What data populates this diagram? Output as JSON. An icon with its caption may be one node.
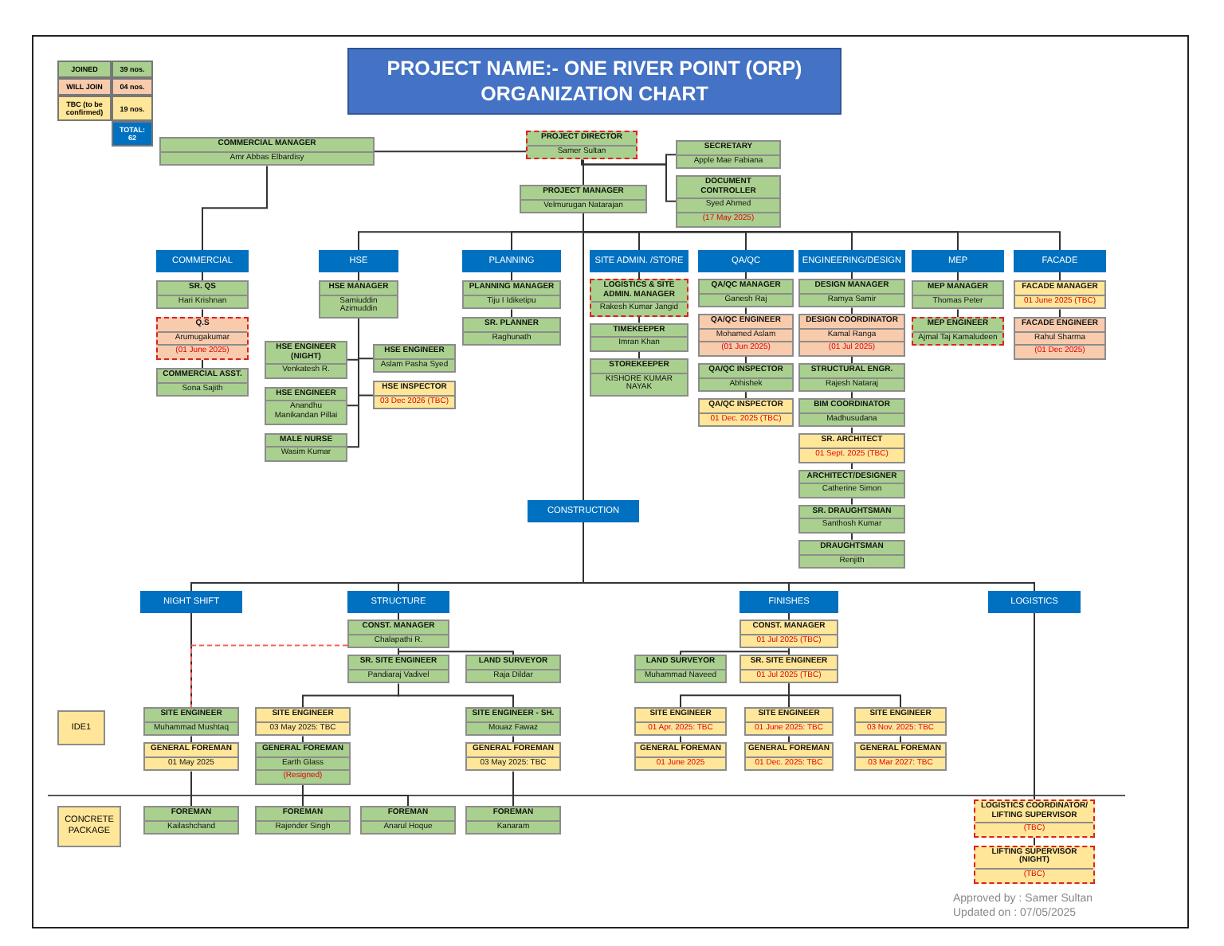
{
  "diagram": {
    "title": "PROJECT NAME:- ONE RIVER POINT (ORP) ORGANIZATION CHART",
    "nodes": [
      {
        "text": [
          "COMMERCIAL MANAGER",
          "Amr Abbas Elbardisy"
        ]
      },
      {
        "text": [
          "PROJECT DIRECTOR",
          "Samer Sultan"
        ]
      },
      {
        "text": [
          "SECRETARY",
          "Apple Mae Fabiana"
        ]
      },
      {
        "text": [
          "DOCUMENT CONTROLLER",
          "Syed Ahmed",
          "(17 May 2025)"
        ]
      },
      {
        "text": [
          "PROJECT MANAGER",
          "Velmurugan Natarajan"
        ]
      },
      {
        "text": [
          "COMMERCIAL"
        ]
      },
      {
        "text": [
          "HSE"
        ]
      },
      {
        "text": [
          "PLANNING"
        ]
      },
      {
        "text": [
          "SITE ADMIN. /STORE"
        ]
      },
      {
        "text": [
          "QA/QC"
        ]
      },
      {
        "text": [
          "ENGINEERING/DESIGN"
        ]
      },
      {
        "text": [
          "MEP"
        ]
      },
      {
        "text": [
          "FACADE"
        ]
      },
      {
        "text": [
          "SR. QS",
          "Hari Krishnan"
        ]
      },
      {
        "text": [
          "Q.S",
          "Arumugakumar",
          "(01 June 2025)"
        ]
      },
      {
        "text": [
          "COMMERCIAL ASST.",
          "Sona Sajith"
        ]
      },
      {
        "text": [
          "HSE MANAGER",
          "Samiuddin Azimuddin"
        ]
      },
      {
        "text": [
          "HSE ENGINEER (NIGHT)",
          "Venkatesh R."
        ]
      },
      {
        "text": [
          "HSE ENGINEER",
          "Aslam Pasha Syed"
        ]
      },
      {
        "text": [
          "HSE ENGINEER",
          "Anandhu Manikandan Pillai"
        ]
      },
      {
        "text": [
          "HSE INSPECTOR",
          "03 Dec 2026 (TBC)"
        ]
      },
      {
        "text": [
          "MALE NURSE",
          "Wasim Kumar"
        ]
      },
      {
        "text": [
          "PLANNING MANAGER",
          "Tiju I Idiketipu"
        ]
      },
      {
        "text": [
          "SR. PLANNER",
          "Raghunath"
        ]
      },
      {
        "text": [
          "LOGISTICS & SITE ADMIN. MANAGER",
          "Rakesh Kumar Jangid"
        ]
      },
      {
        "text": [
          "TIMEKEEPER",
          "Imran Khan"
        ]
      },
      {
        "text": [
          "STOREKEEPER",
          "KISHORE KUMAR NAYAK"
        ]
      },
      {
        "text": [
          "QA/QC MANAGER",
          "Ganesh Raj"
        ]
      },
      {
        "text": [
          "QA/QC ENGINEER",
          "Mohamed Aslam",
          "(01 Jun 2025)"
        ]
      },
      {
        "text": [
          "QA/QC INSPECTOR",
          "Abhishek"
        ]
      },
      {
        "text": [
          "QA/QC INSPECTOR",
          "01 Dec. 2025 (TBC)"
        ]
      },
      {
        "text": [
          "DESIGN MANAGER",
          "Ramya Samir"
        ]
      },
      {
        "text": [
          "DESIGN COORDINATOR",
          "Kamal Ranga",
          "(01 Jul 2025)"
        ]
      },
      {
        "text": [
          "STRUCTURAL ENGR.",
          "Rajesh Nataraj"
        ]
      },
      {
        "text": [
          "BIM COORDINATOR",
          "Madhusudana"
        ]
      },
      {
        "text": [
          "SR. ARCHITECT",
          "01 Sept. 2025 (TBC)"
        ]
      },
      {
        "text": [
          "ARCHITECT/DESIGNER",
          "Catherine Simon"
        ]
      },
      {
        "text": [
          "SR. DRAUGHTSMAN",
          "Santhosh Kumar"
        ]
      },
      {
        "text": [
          "DRAUGHTSMAN",
          "Renjith"
        ]
      },
      {
        "text": [
          "MEP MANAGER",
          "Thomas Peter"
        ]
      },
      {
        "text": [
          "MEP ENGINEER",
          "Ajmal Taj Kamaludeen"
        ]
      },
      {
        "text": [
          "FACADE MANAGER",
          "01 June 2025 (TBC)"
        ]
      },
      {
        "text": [
          "FACADE ENGINEER",
          "Rahul Sharma",
          "(01 Dec 2025)"
        ]
      },
      {
        "text": [
          "CONSTRUCTION"
        ]
      },
      {
        "text": [
          "NIGHT SHIFT"
        ]
      },
      {
        "text": [
          "STRUCTURE"
        ]
      },
      {
        "text": [
          "FINISHES"
        ]
      },
      {
        "text": [
          "LOGISTICS"
        ]
      },
      {
        "text": [
          "CONST. MANAGER",
          "Chalapathi R."
        ]
      },
      {
        "text": [
          "SR. SITE ENGINEER",
          "Pandiaraj Vadivel"
        ]
      },
      {
        "text": [
          "LAND SURVEYOR",
          "Raja Dildar"
        ]
      },
      {
        "text": [
          "SITE ENGINEER",
          "Muhammad Mushtaq"
        ]
      },
      {
        "text": [
          "GENERAL FOREMAN",
          "01 May 2025"
        ]
      },
      {
        "text": [
          "SITE ENGINEER",
          "03 May 2025: TBC"
        ]
      },
      {
        "text": [
          "GENERAL FOREMAN",
          "Earth Glass",
          "(Resigned)"
        ]
      },
      {
        "text": [
          "SITE ENGINEER - SH.",
          "Mouaz Fawaz"
        ]
      },
      {
        "text": [
          "GENERAL FOREMAN",
          "03 May 2025: TBC"
        ]
      },
      {
        "text": [
          "IDE1"
        ]
      },
      {
        "text": [
          "CONST. MANAGER",
          "01 Jul 2025 (TBC)"
        ]
      },
      {
        "text": [
          "LAND SURVEYOR",
          "Muhammad Naveed"
        ]
      },
      {
        "text": [
          "SR. SITE ENGINEER",
          "01 Jul 2025 (TBC)"
        ]
      },
      {
        "text": [
          "SITE ENGINEER",
          "01 Apr. 2025: TBC"
        ]
      },
      {
        "text": [
          "GENERAL FOREMAN",
          "01 June 2025"
        ]
      },
      {
        "text": [
          "SITE ENGINEER",
          "01 June 2025: TBC"
        ]
      },
      {
        "text": [
          "GENERAL FOREMAN",
          "01 Dec. 2025: TBC"
        ]
      },
      {
        "text": [
          "SITE ENGINEER",
          "03 Nov. 2025: TBC"
        ]
      },
      {
        "text": [
          "GENERAL FOREMAN",
          "03 Mar 2027: TBC"
        ]
      },
      {
        "text": [
          "CONCRETE PACKAGE"
        ]
      },
      {
        "text": [
          "FOREMAN",
          "Kailashchand"
        ]
      },
      {
        "text": [
          "FOREMAN",
          "Rajender Singh"
        ]
      },
      {
        "text": [
          "FOREMAN",
          "Anarul Hoque"
        ]
      },
      {
        "text": [
          "FOREMAN",
          "Kanaram"
        ]
      },
      {
        "text": [
          "LOGISTICS COORDINATOR/ LIFTING SUPERVISOR",
          "(TBC)"
        ]
      },
      {
        "text": [
          "LIFTING SUPERVISOR (NIGHT)",
          "(TBC)"
        ]
      }
    ],
    "edges": [
      {
        "from": 1,
        "to": 0,
        "arrow": "none"
      },
      {
        "from": 1,
        "to": 4,
        "arrow": "none"
      },
      {
        "from": 1,
        "to": 2,
        "arrow": "none"
      },
      {
        "from": 1,
        "to": 3,
        "arrow": "none"
      },
      {
        "from": 0,
        "to": 5,
        "arrow": "none"
      },
      {
        "from": 4,
        "to": 6,
        "arrow": "none"
      },
      {
        "from": 4,
        "to": 7,
        "arrow": "none"
      },
      {
        "from": 4,
        "to": 8,
        "arrow": "none"
      },
      {
        "from": 4,
        "to": 9,
        "arrow": "none"
      },
      {
        "from": 4,
        "to": 10,
        "arrow": "none"
      },
      {
        "from": 4,
        "to": 11,
        "arrow": "none"
      },
      {
        "from": 4,
        "to": 12,
        "arrow": "none"
      },
      {
        "from": 4,
        "to": 43,
        "arrow": "none"
      },
      {
        "from": 5,
        "to": 13,
        "arrow": "none"
      },
      {
        "from": 13,
        "to": 14,
        "arrow": "none"
      },
      {
        "from": 14,
        "to": 15,
        "arrow": "none"
      },
      {
        "from": 6,
        "to": 16,
        "arrow": "none"
      },
      {
        "from": 16,
        "to": 17,
        "arrow": "none"
      },
      {
        "from": 16,
        "to": 18,
        "arrow": "none"
      },
      {
        "from": 16,
        "to": 19,
        "arrow": "none"
      },
      {
        "from": 16,
        "to": 20,
        "arrow": "none"
      },
      {
        "from": 16,
        "to": 21,
        "arrow": "none"
      },
      {
        "from": 7,
        "to": 22,
        "arrow": "none"
      },
      {
        "from": 22,
        "to": 23,
        "arrow": "none"
      },
      {
        "from": 8,
        "to": 24,
        "arrow": "none"
      },
      {
        "from": 24,
        "to": 25,
        "arrow": "none"
      },
      {
        "from": 25,
        "to": 26,
        "arrow": "none"
      },
      {
        "from": 9,
        "to": 27,
        "arrow": "none"
      },
      {
        "from": 27,
        "to": 28,
        "arrow": "none"
      },
      {
        "from": 28,
        "to": 29,
        "arrow": "none"
      },
      {
        "from": 29,
        "to": 30,
        "arrow": "none"
      },
      {
        "from": 10,
        "to": 31,
        "arrow": "none"
      },
      {
        "from": 31,
        "to": 32,
        "arrow": "none"
      },
      {
        "from": 32,
        "to": 33,
        "arrow": "none"
      },
      {
        "from": 33,
        "to": 34,
        "arrow": "none"
      },
      {
        "from": 34,
        "to": 35,
        "arrow": "none"
      },
      {
        "from": 35,
        "to": 36,
        "arrow": "none"
      },
      {
        "from": 36,
        "to": 37,
        "arrow": "none"
      },
      {
        "from": 37,
        "to": 38,
        "arrow": "none"
      },
      {
        "from": 11,
        "to": 39,
        "arrow": "none"
      },
      {
        "from": 39,
        "to": 40,
        "arrow": "none"
      },
      {
        "from": 12,
        "to": 41,
        "arrow": "none"
      },
      {
        "from": 41,
        "to": 42,
        "arrow": "none"
      },
      {
        "from": 43,
        "to": 44,
        "arrow": "none"
      },
      {
        "from": 43,
        "to": 45,
        "arrow": "none"
      },
      {
        "from": 43,
        "to": 46,
        "arrow": "none"
      },
      {
        "from": 43,
        "to": 47,
        "arrow": "none"
      },
      {
        "from": 44,
        "to": 51,
        "arrow": "none"
      },
      {
        "from": 51,
        "to": 52,
        "arrow": "none"
      },
      {
        "from": 52,
        "to": 68,
        "arrow": "none"
      },
      {
        "from": 45,
        "to": 48,
        "arrow": "none"
      },
      {
        "from": 48,
        "to": 49,
        "arrow": "none"
      },
      {
        "from": 48,
        "to": 50,
        "arrow": "none"
      },
      {
        "from": 49,
        "to": 53,
        "arrow": "none"
      },
      {
        "from": 49,
        "to": 55,
        "arrow": "none"
      },
      {
        "from": 53,
        "to": 54,
        "arrow": "none"
      },
      {
        "from": 55,
        "to": 56,
        "arrow": "none"
      },
      {
        "from": 54,
        "to": 69,
        "arrow": "none"
      },
      {
        "from": 54,
        "to": 70,
        "arrow": "none"
      },
      {
        "from": 56,
        "to": 71,
        "arrow": "none"
      },
      {
        "from": 48,
        "to": 51,
        "arrow": "none",
        "style": "dashed",
        "color": "#ff5a5a"
      },
      {
        "from": 46,
        "to": 58,
        "arrow": "none"
      },
      {
        "from": 58,
        "to": 59,
        "arrow": "none"
      },
      {
        "from": 58,
        "to": 60,
        "arrow": "none"
      },
      {
        "from": 60,
        "to": 61,
        "arrow": "none"
      },
      {
        "from": 60,
        "to": 63,
        "arrow": "none"
      },
      {
        "from": 60,
        "to": 65,
        "arrow": "none"
      },
      {
        "from": 61,
        "to": 62,
        "arrow": "none"
      },
      {
        "from": 63,
        "to": 64,
        "arrow": "none"
      },
      {
        "from": 65,
        "to": 66,
        "arrow": "none"
      },
      {
        "from": 47,
        "to": 72,
        "arrow": "none"
      },
      {
        "from": 72,
        "to": 73,
        "arrow": "none"
      }
    ],
    "labels": [
      "39 nos.",
      "04 nos.",
      "19 nos.",
      "TOTAL: 62",
      "Approved by : Samer Sultan",
      "Updated on : 07/05/2025"
    ],
    "legend": [
      {
        "text": "JOINED",
        "color": "#a9d08e"
      },
      {
        "text": "WILL JOIN",
        "color": "#f8cbad"
      },
      {
        "text": "TBC (to be confirmed)",
        "color": "#ffe699"
      }
    ]
  }
}
